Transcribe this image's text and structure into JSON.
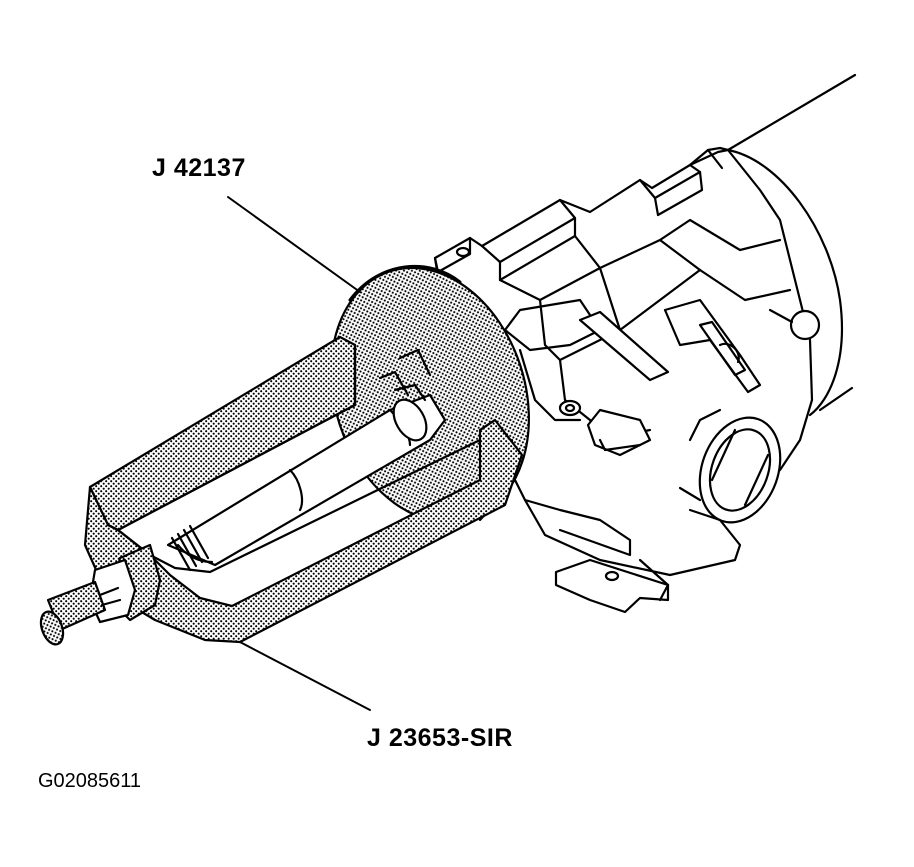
{
  "callouts": {
    "top": "J 42137",
    "bottom": "J 23653-SIR"
  },
  "figure_id": "G02085611",
  "colors": {
    "line": "#000000",
    "background": "#ffffff",
    "stipple": "#000000"
  }
}
